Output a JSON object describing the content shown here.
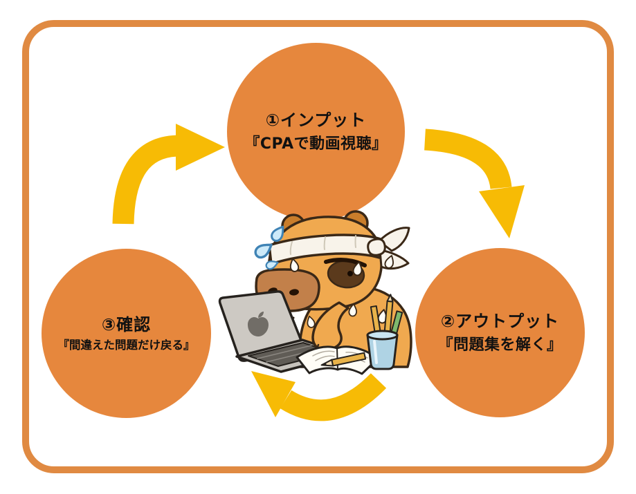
{
  "diagram": {
    "name": "study-cycle-diagram",
    "steps": [
      {
        "id": "step-1-input",
        "line1": "①インプット",
        "line2": "『CPAで動画視聴』"
      },
      {
        "id": "step-2-output",
        "line1": "②アウトプット",
        "line2": "『問題集を解く』"
      },
      {
        "id": "step-3-check",
        "line1": "③確認",
        "line2": "『間違えた問題だけ戻る』"
      }
    ],
    "center_illustration": "capybara-with-headband-sweating-while-studying-on-laptop-with-notebook-and-pencil-cup"
  },
  "colors": {
    "circle": "#E6873D",
    "arrow": "#F7BB05",
    "frame_border": "#E08A42",
    "text": "#111111",
    "capybara_fur": "#F0A94F",
    "laptop_silver": "#CDC9C3",
    "cup_blue": "#AFD3E4"
  }
}
